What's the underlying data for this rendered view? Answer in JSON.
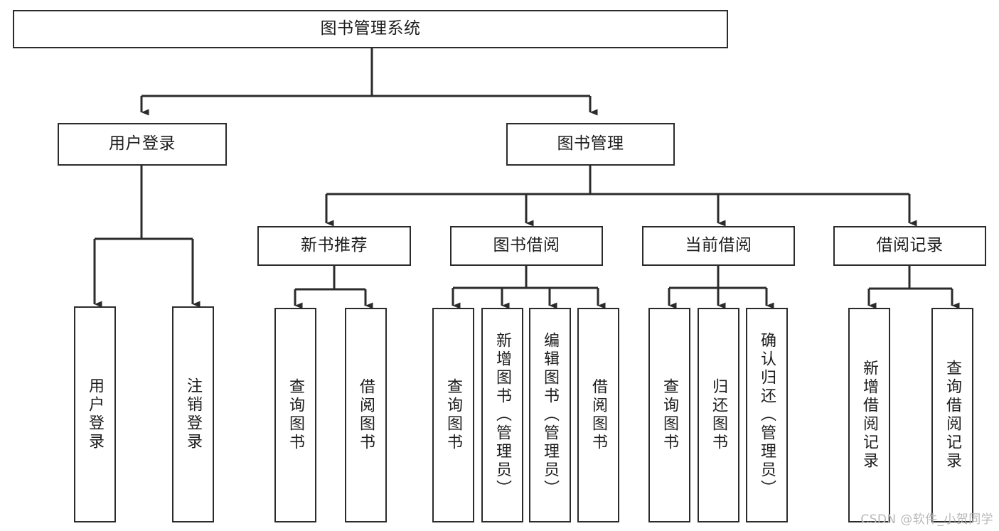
{
  "diagram": {
    "type": "tree-hierarchy-chart",
    "title": "图书管理系统",
    "watermark": "CSDN @软件_小贺同学",
    "line_color": "#2b2b2b",
    "box_fill": "#ffffff",
    "text_color": "#1d1d1d"
  },
  "nodes": {
    "root": {
      "label": "图书管理系统"
    },
    "level2": [
      {
        "label": "用户登录"
      },
      {
        "label": "图书管理"
      }
    ],
    "level3": [
      {
        "label": "新书推荐"
      },
      {
        "label": "图书借阅"
      },
      {
        "label": "当前借阅"
      },
      {
        "label": "借阅记录"
      }
    ],
    "leaves": {
      "user_login": [
        {
          "label": "用户登录"
        },
        {
          "label": "注销登录"
        }
      ],
      "new_book": [
        {
          "label": "查询图书"
        },
        {
          "label": "借阅图书"
        }
      ],
      "book_borrow": [
        {
          "label": "查询图书"
        },
        {
          "label": "新增图书（管理员）"
        },
        {
          "label": "编辑图书（管理员）"
        },
        {
          "label": "借阅图书"
        }
      ],
      "current_borrow": [
        {
          "label": "查询图书"
        },
        {
          "label": "归还图书"
        },
        {
          "label": "确认归还（管理员）"
        }
      ],
      "borrow_record": [
        {
          "label": "新增借阅记录"
        },
        {
          "label": "查询借阅记录"
        }
      ]
    }
  }
}
